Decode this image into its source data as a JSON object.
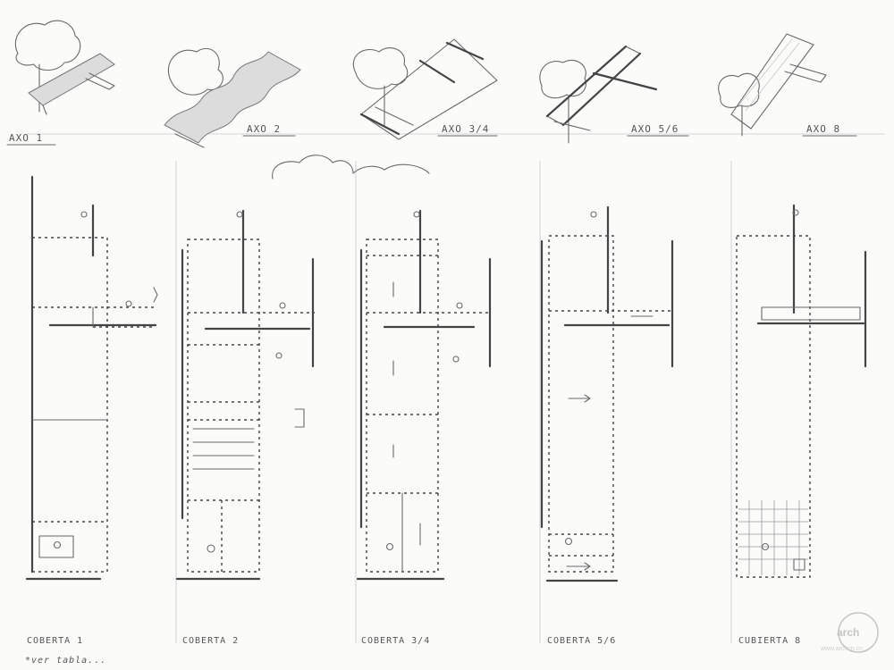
{
  "axonometric_labels": [
    "AXO 1",
    "AXO 2",
    "AXO 3/4",
    "AXO 5/6",
    "AXO 8"
  ],
  "plan_labels": [
    "COBERTA 1",
    "COBERTA 2",
    "COBERTA 3/4",
    "COBERTA 5/6",
    "CUBIERTA 8"
  ],
  "footnote": "*ver tabla...",
  "watermark": "www.archcn.cn"
}
